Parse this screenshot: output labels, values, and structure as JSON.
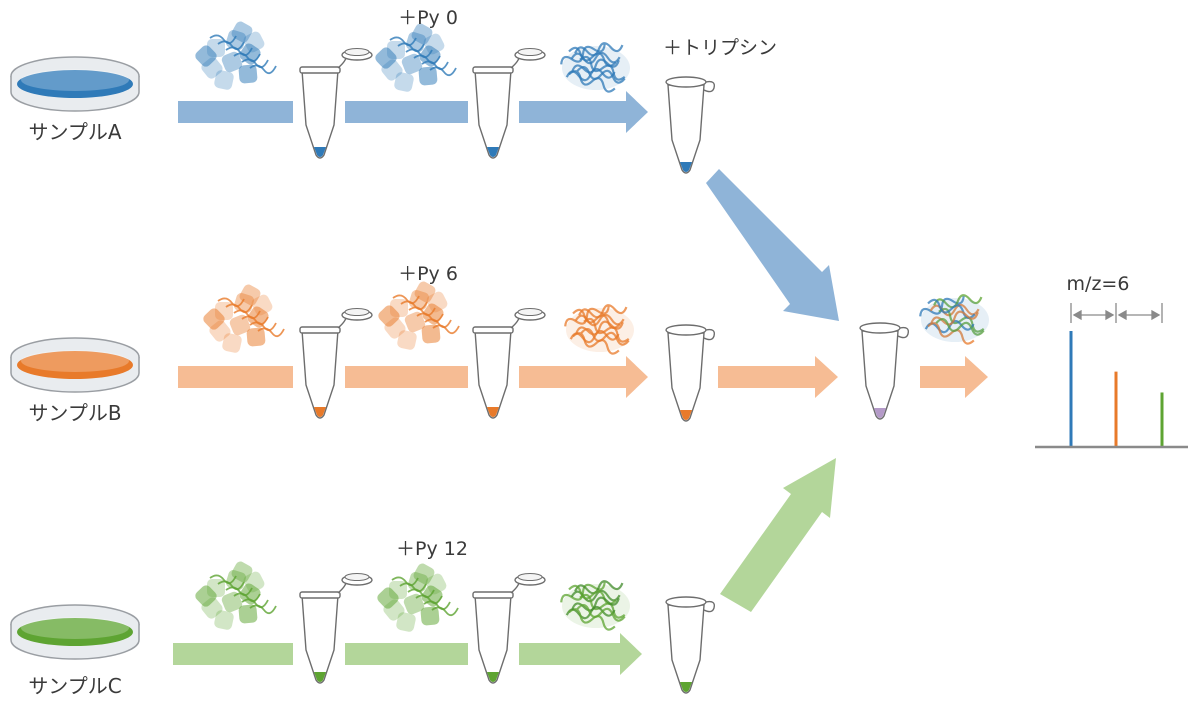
{
  "samples": [
    {
      "label": "サンプルA",
      "reagent": "＋Py 0",
      "color": "#2f7ab8",
      "light": "#8fb4d8"
    },
    {
      "label": "サンプルB",
      "reagent": "＋Py 6",
      "color": "#e87a2a",
      "light": "#f6bc94"
    },
    {
      "label": "サンプルC",
      "reagent": "＋Py 12",
      "color": "#5ea432",
      "light": "#b3d69a"
    }
  ],
  "trypsin_label": "＋トリプシン",
  "mixed_tube_color": "#b49ac8",
  "spectrum": {
    "label": "m/z=6",
    "peak_colors": [
      "#2f7ab8",
      "#e87a2a",
      "#5ea432"
    ],
    "relative_intensities": [
      1.0,
      0.65,
      0.47
    ]
  }
}
